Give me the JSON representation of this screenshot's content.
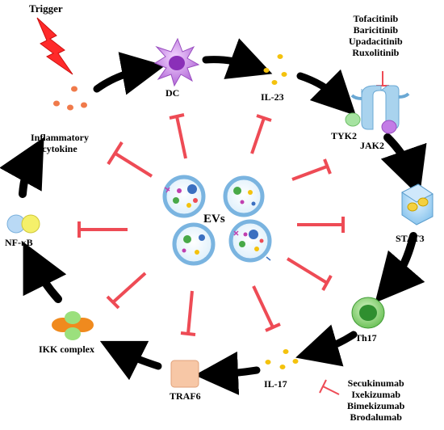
{
  "labels": {
    "trigger": "Trigger",
    "dc": "DC",
    "il23": "IL-23",
    "tyk2": "TYK2",
    "jak2": "JAK2",
    "stat3": "STAT3",
    "th17": "Th17",
    "il17": "IL-17",
    "traf6": "TRAF6",
    "ikk": "IKK complex",
    "nfkb": "NF-κB",
    "inflammatory_line1": "Inflammatory",
    "inflammatory_line2": "cytokine",
    "evs": "EVs"
  },
  "drugs": {
    "jak_inhibitors": [
      "Tofacitinib",
      "Baricitinib",
      "Upadacitinib",
      "Ruxolitinib"
    ],
    "il17_inhibitors": [
      "Secukinumab",
      "Ixekizumab",
      "Bimekizumab",
      "Brodalumab"
    ]
  },
  "colors": {
    "arrow": "#000000",
    "inhibit": "#ee4b55",
    "trigger": "#ff2a2a",
    "dc": "#c77fe0",
    "il23_dots": "#f4c20d",
    "receptor": "#a9d3ee",
    "tyk2": "#a6e3a1",
    "jak2": "#c37ce6",
    "th17": "#2f8f2f",
    "traf6": "#f7c7a6",
    "ikk_orange": "#f08a1e",
    "ikk_green": "#9be07d",
    "nfkb_blue": "#b9d9f5",
    "nfkb_yellow": "#f5f06a",
    "cytokine_dots": "#f07a4a",
    "ev_ring": "#7ab4e0"
  }
}
